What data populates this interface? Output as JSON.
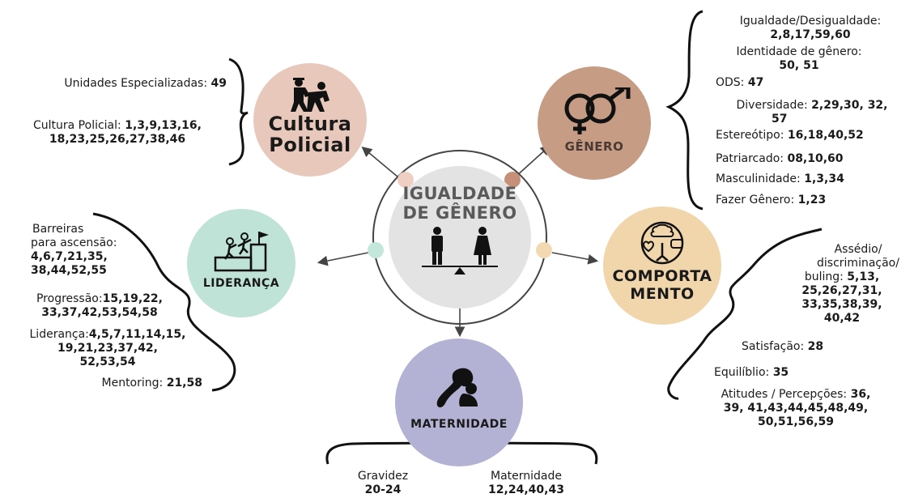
{
  "center": {
    "line1": "IGUALDADE",
    "line2": "DE GÊNERO"
  },
  "nodes": {
    "cultura": {
      "line1": "Cultura",
      "line2": "Policial",
      "color": "#e8c8bb"
    },
    "genero": {
      "label": "GÊNERO",
      "color": "#c69c84"
    },
    "lideranca": {
      "label": "LIDERANÇA",
      "color": "#bfe3d7"
    },
    "comportamento": {
      "line1": "COMPORTA",
      "line2": "MENTO",
      "color": "#f1d6ab"
    },
    "maternidade": {
      "label": "MATERNIDADE",
      "color": "#b3b1d4"
    }
  },
  "dots": {
    "cultura": "#f0cfc3",
    "genero": "#c69078",
    "lideranca": "#c4e7dc",
    "comportamento": "#f2d9b1",
    "maternidade": "#b3b1d4"
  },
  "cultura_items": [
    {
      "label": "Unidades Especializadas:",
      "refs": "49"
    },
    {
      "label": "Cultura Policial:",
      "refs": "1,3,9,13,16,",
      "refs2": "18,23,25,26,27,38,46"
    }
  ],
  "genero_items": [
    {
      "label": "Igualdade/Desigualdade:",
      "refs": "2,8,17,59,60"
    },
    {
      "label": "Identidade de gênero:",
      "refs": "50, 51"
    },
    {
      "label": "ODS:",
      "refs": "47"
    },
    {
      "label": "Diversidade:",
      "refs": "2,29,30, 32,",
      "refs2": "57"
    },
    {
      "label": "Estereótipo:",
      "refs": "16,18,40,52"
    },
    {
      "label": "Patriarcado:",
      "refs": "08,10,60"
    },
    {
      "label": "Masculinidade:",
      "refs": "1,3,34"
    },
    {
      "label": "Fazer Gênero:",
      "refs": "1,23"
    }
  ],
  "lideranca_items": [
    {
      "label1": "Barreiras",
      "label2": "para ascensão:",
      "refs": "4,6,7,21,35,",
      "refs2": "38,44,52,55"
    },
    {
      "label": "Progressão:",
      "refs": "15,19,22,",
      "refs2": "33,37,42,53,54,58"
    },
    {
      "label": "Liderança:",
      "refs": "4,5,7,11,14,15,",
      "refs2": "19,21,23,37,42,",
      "refs3": "52,53,54"
    },
    {
      "label": "Mentoring:",
      "refs": "21,58"
    }
  ],
  "comportamento_items": [
    {
      "label1": "Assédio/",
      "label2": "discriminação/",
      "label3": "buling:",
      "refs": "5,13,",
      "refs2": "25,26,27,31,",
      "refs3": "33,35,38,39,",
      "refs4": "40,42"
    },
    {
      "label": "Satisfação:",
      "refs": "28"
    },
    {
      "label": "Equilíblio:",
      "refs": "35"
    },
    {
      "label": "Atitudes / Percepções:",
      "refs": "36,",
      "refs2": "39, 41,43,44,45,48,49,",
      "refs3": "50,51,56,59"
    }
  ],
  "maternidade_items": [
    {
      "label": "Gravidez",
      "refs": "20-24"
    },
    {
      "label": "Maternidade",
      "refs": "12,24,40,43"
    }
  ]
}
